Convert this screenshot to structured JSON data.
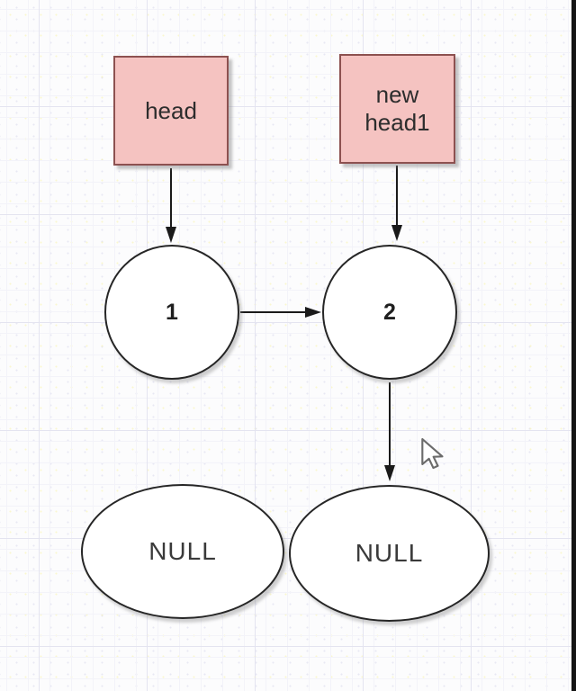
{
  "canvas": {
    "background_color": "#fcfcfd",
    "grid_major_color": "#e4e4f0",
    "grid_minor_color": "#f3f3f9",
    "right_edge_bar_color": "#151515"
  },
  "diagram": {
    "nodes": [
      {
        "id": "head",
        "shape": "rectangle",
        "label": "head",
        "fill": "#f5c3c1",
        "stroke": "#8d5150"
      },
      {
        "id": "new-head1",
        "shape": "rectangle",
        "label": "new\nhead1",
        "fill": "#f5c3c1",
        "stroke": "#8d5150"
      },
      {
        "id": "node-1",
        "shape": "circle",
        "label": "1",
        "fill": "#ffffff",
        "stroke": "#262626"
      },
      {
        "id": "node-2",
        "shape": "circle",
        "label": "2",
        "fill": "#ffffff",
        "stroke": "#262626"
      },
      {
        "id": "null-left",
        "shape": "ellipse",
        "label": "NULL",
        "fill": "#ffffff",
        "stroke": "#262626"
      },
      {
        "id": "null-right",
        "shape": "ellipse",
        "label": "NULL",
        "fill": "#ffffff",
        "stroke": "#262626"
      }
    ],
    "edges": [
      {
        "from": "head",
        "to": "node-1",
        "style": "arrow-down"
      },
      {
        "from": "new-head1",
        "to": "node-2",
        "style": "arrow-down"
      },
      {
        "from": "node-1",
        "to": "node-2",
        "style": "arrow-right"
      },
      {
        "from": "node-2",
        "to": "null-right",
        "style": "arrow-down"
      }
    ],
    "edge_color": "#1a1a1a",
    "cursor": {
      "kind": "arrow-pointer"
    }
  }
}
